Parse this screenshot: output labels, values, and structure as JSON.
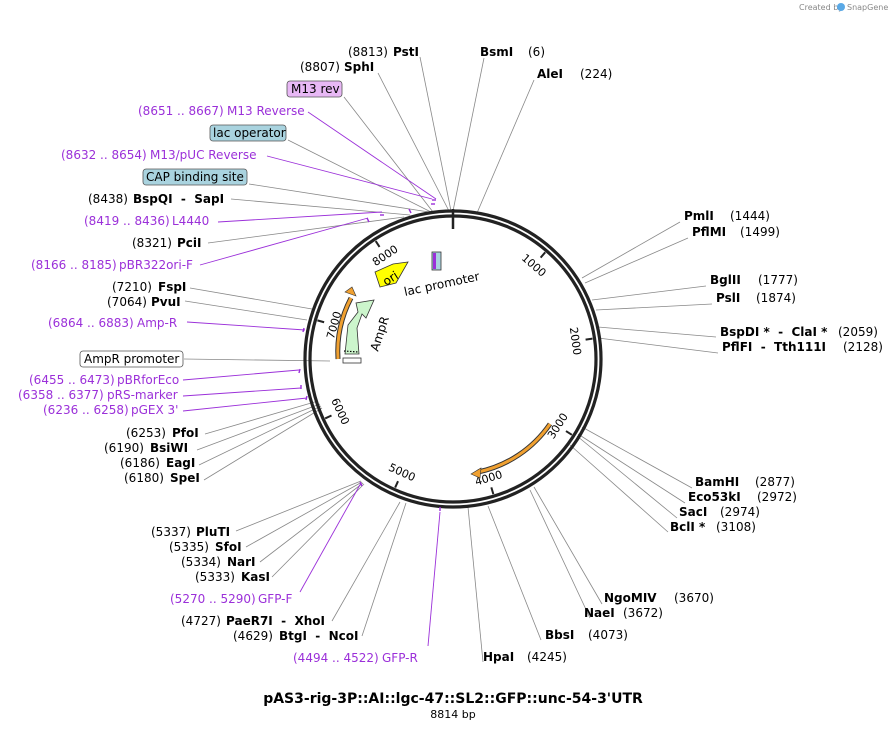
{
  "watermark": {
    "created_by": "Created by",
    "brand": "SnapGene"
  },
  "plasmid": {
    "name": "pAS3-rig-3P::AI::lgc-47::SL2::GFP::unc-54-3'UTR",
    "length": "8814 bp"
  },
  "ticks": [
    "1000",
    "2000",
    "3000",
    "4000",
    "5000",
    "6000",
    "7000",
    "8000"
  ],
  "inner_labels": {
    "ori": "ori",
    "ampr": "AmpR",
    "lac_promoter": "lac promoter"
  },
  "right_labels": [
    {
      "pos": "(6)",
      "name": "BsmI"
    },
    {
      "pos": "(224)",
      "name": "AleI"
    },
    {
      "pos": "(1444)",
      "name": "PmlI"
    },
    {
      "pos": "(1499)",
      "name": "PflMI"
    },
    {
      "pos": "(1777)",
      "name": "BglII"
    },
    {
      "pos": "(1874)",
      "name": "PslI"
    },
    {
      "pos": "(2059)",
      "name": "BspDI *  -  ClaI *"
    },
    {
      "pos": "(2128)",
      "name": "PflFI  -  Tth111I"
    },
    {
      "pos": "(2877)",
      "name": "BamHI"
    },
    {
      "pos": "(2972)",
      "name": "Eco53kI"
    },
    {
      "pos": "(2974)",
      "name": "SacI"
    },
    {
      "pos": "(3108)",
      "name": "BclI *"
    },
    {
      "pos": "(3670)",
      "name": "NgoMIV"
    },
    {
      "pos": "(3672)",
      "name": "NaeI"
    },
    {
      "pos": "(4073)",
      "name": "BbsI"
    },
    {
      "pos": "(4245)",
      "name": "HpaI"
    }
  ],
  "left_labels": [
    {
      "pos": "(8813)",
      "name": "PstI"
    },
    {
      "pos": "(8807)",
      "name": "SphI"
    },
    {
      "pos": "(8438)",
      "name": "BspQI  -  SapI"
    },
    {
      "pos": "(8321)",
      "name": "PciI"
    },
    {
      "pos": "(7210)",
      "name": "FspI"
    },
    {
      "pos": "(7064)",
      "name": "PvuI"
    },
    {
      "pos": "(6253)",
      "name": "PfoI"
    },
    {
      "pos": "(6190)",
      "name": "BsiWI"
    },
    {
      "pos": "(6186)",
      "name": "EagI"
    },
    {
      "pos": "(6180)",
      "name": "SpeI"
    },
    {
      "pos": "(5337)",
      "name": "PluTI"
    },
    {
      "pos": "(5335)",
      "name": "SfoI"
    },
    {
      "pos": "(5334)",
      "name": "NarI"
    },
    {
      "pos": "(5333)",
      "name": "KasI"
    },
    {
      "pos": "(4727)",
      "name": "PaeR7I  -  XhoI"
    },
    {
      "pos": "(4629)",
      "name": "BtgI  -  NcoI"
    }
  ],
  "feature_labels": [
    {
      "pos": "(8651 .. 8667)",
      "name": "M13 Reverse"
    },
    {
      "pos": "(8632 .. 8654)",
      "name": "M13/pUC Reverse"
    },
    {
      "pos": "(8419 .. 8436)",
      "name": "L4440"
    },
    {
      "pos": "(8166 .. 8185)",
      "name": "pBR322ori-F"
    },
    {
      "pos": "(6864 .. 6883)",
      "name": "Amp-R"
    },
    {
      "pos": "(6455 .. 6473)",
      "name": "pBRforEco"
    },
    {
      "pos": "(6358 .. 6377)",
      "name": "pRS-marker"
    },
    {
      "pos": "(6236 .. 6258)",
      "name": "pGEX 3'"
    },
    {
      "pos": "(5270 .. 5290)",
      "name": "GFP-F"
    },
    {
      "pos": "(4494 .. 4522)",
      "name": "GFP-R"
    }
  ],
  "badges": {
    "m13_rev": "M13 rev",
    "lac_operator": "lac operator",
    "cap_site": "CAP binding site",
    "ampr_promoter": "AmpR promoter"
  },
  "colors": {
    "backbone": "#222222",
    "feature_text": "#9b30d9",
    "primer_badge": "#e8b8f5",
    "regulatory_badge": "#a9d3df",
    "ori": "#ffff00",
    "ampr": "#ccf5cc",
    "orange_arrow": "#f0a030"
  }
}
